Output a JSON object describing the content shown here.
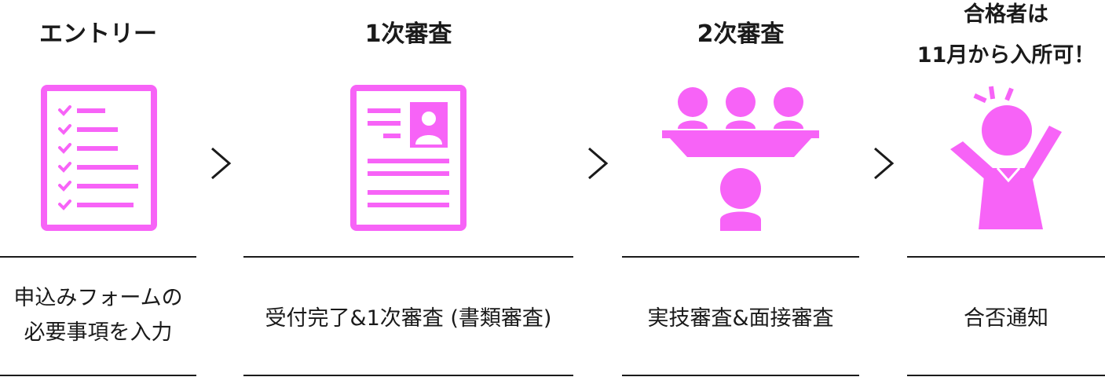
{
  "accent_color": "#f763f7",
  "steps": [
    {
      "title_lines": [
        "エントリー"
      ],
      "icon": "checklist-form-icon",
      "description_lines": [
        "申込みフォームの",
        "必要事項を入力"
      ]
    },
    {
      "title_lines": [
        "1次審査"
      ],
      "icon": "resume-document-icon",
      "description_lines": [
        "受付完了&1次審査 (書類審査)"
      ]
    },
    {
      "title_lines": [
        "2次審査"
      ],
      "icon": "interview-panel-icon",
      "description_lines": [
        "実技審査&面接審査"
      ]
    },
    {
      "title_lines": [
        "合格者は",
        "11月から入所可！"
      ],
      "icon": "celebrating-person-icon",
      "description_lines": [
        "合否通知"
      ]
    }
  ],
  "arrow_icon": "chevron-right-icon"
}
